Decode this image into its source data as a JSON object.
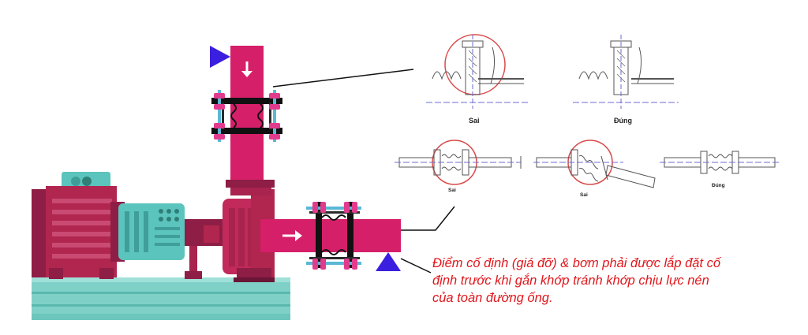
{
  "labels": {
    "top_wrong": "Sai",
    "top_right": "Đúng",
    "mid_wrong_1": "Sai",
    "mid_wrong_2": "Sai",
    "mid_right": "Đúng"
  },
  "note_lines": [
    "Điểm cố định (giá đỡ) & bơm phải được lắp đặt cố",
    "định trước khi gắn khớp tránh khớp chịu lực nén",
    "của toàn đường ống."
  ],
  "colors": {
    "pipe": "#d61f69",
    "pump_dark": "#a8234d",
    "pump_mid": "#c12a5a",
    "motor_teal": "#5bc4bd",
    "base_teal": "#7fd1c8",
    "anchor": "#3b1fe0",
    "note_red": "#e0161b",
    "drawing_line": "#555555",
    "centerline": "#6b6bd6"
  }
}
